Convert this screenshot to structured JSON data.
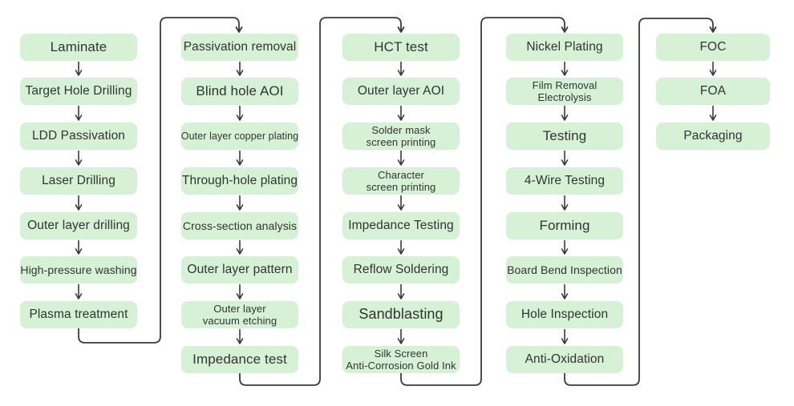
{
  "diagram": {
    "type": "flowchart",
    "description": "PCB manufacturing process flow, five columns read top to bottom, each column's last step connects to the next column's first step",
    "colors": {
      "node_fill": "#d6f1d6",
      "node_text": "#333333",
      "connector": "#3a3a3a",
      "background": "#ffffff"
    },
    "columns": [
      {
        "boxes": [
          "Laminate",
          "Target Hole Drilling",
          "LDD Passivation",
          "Laser Drilling",
          "Outer layer drilling",
          "High-pressure washing",
          "Plasma treatment"
        ]
      },
      {
        "boxes": [
          "Passivation removal",
          "Blind hole AOI",
          "Outer layer copper plating",
          "Through-hole plating",
          "Cross-section analysis",
          "Outer layer pattern",
          "Outer layer\nvacuum etching",
          "Impedance test"
        ]
      },
      {
        "boxes": [
          "HCT test",
          "Outer layer AOI",
          "Solder mask\nscreen printing",
          "Character\nscreen printing",
          "Impedance Testing",
          "Reflow Soldering",
          "Sandblasting",
          "Silk Screen\nAnti-Corrosion Gold Ink"
        ]
      },
      {
        "boxes": [
          "Nickel Plating",
          "Film Removal\nElectrolysis",
          "Testing",
          "4-Wire Testing",
          "Forming",
          "Board Bend Inspection",
          "Hole Inspection",
          "Anti-Oxidation"
        ]
      },
      {
        "boxes": [
          "FOC",
          "FOA",
          "Packaging"
        ]
      }
    ]
  }
}
